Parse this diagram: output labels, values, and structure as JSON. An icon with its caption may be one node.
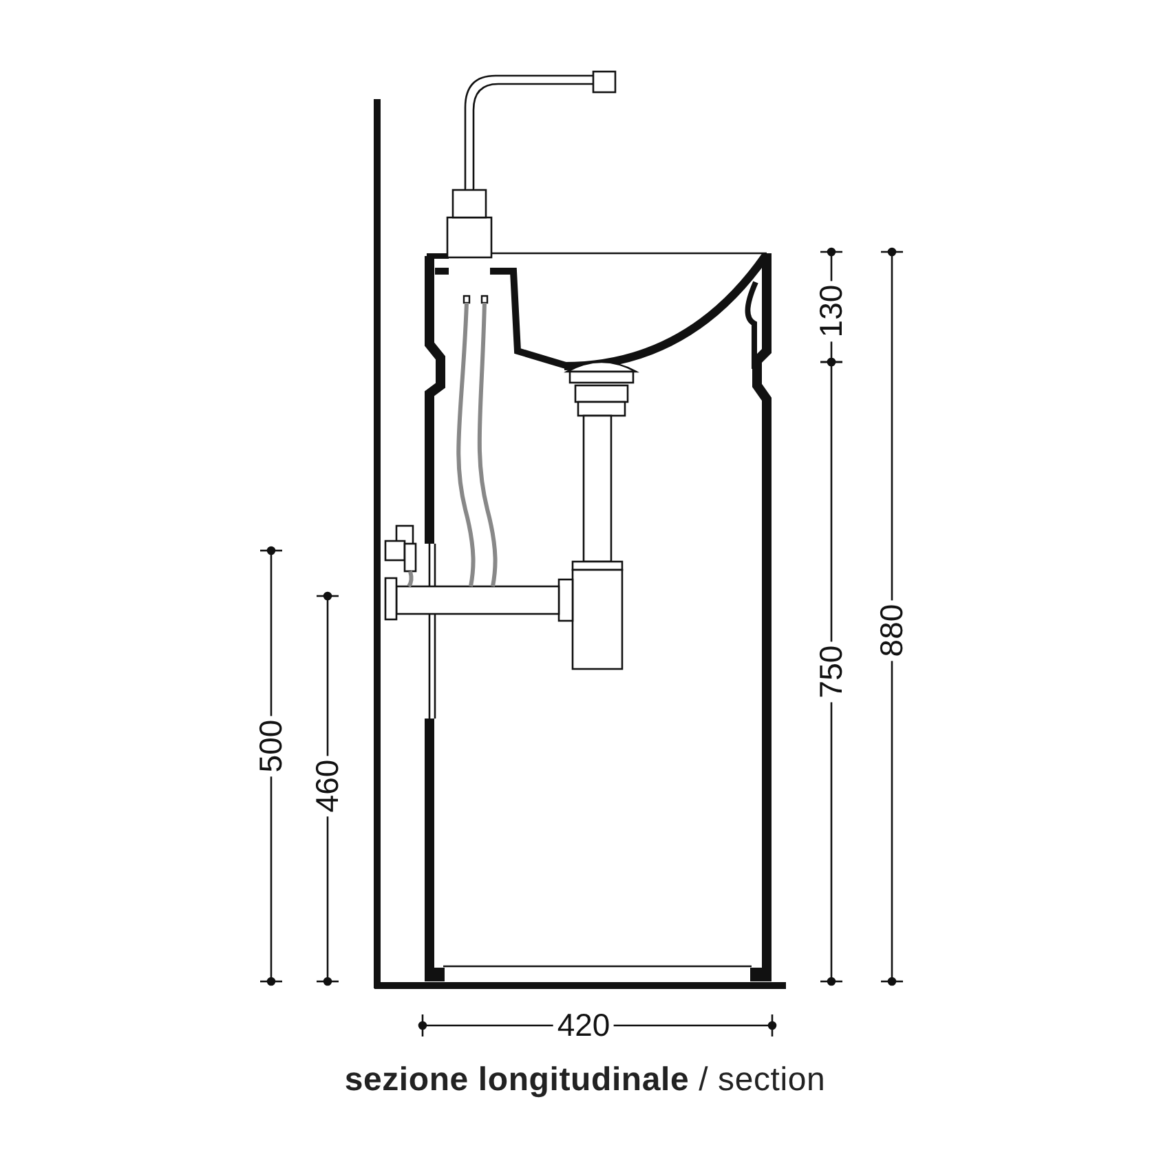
{
  "diagram": {
    "caption": "**sezione longitudinale** / section",
    "labels": [
      "130",
      "880",
      "500",
      "460",
      "750",
      "420"
    ]
  }
}
